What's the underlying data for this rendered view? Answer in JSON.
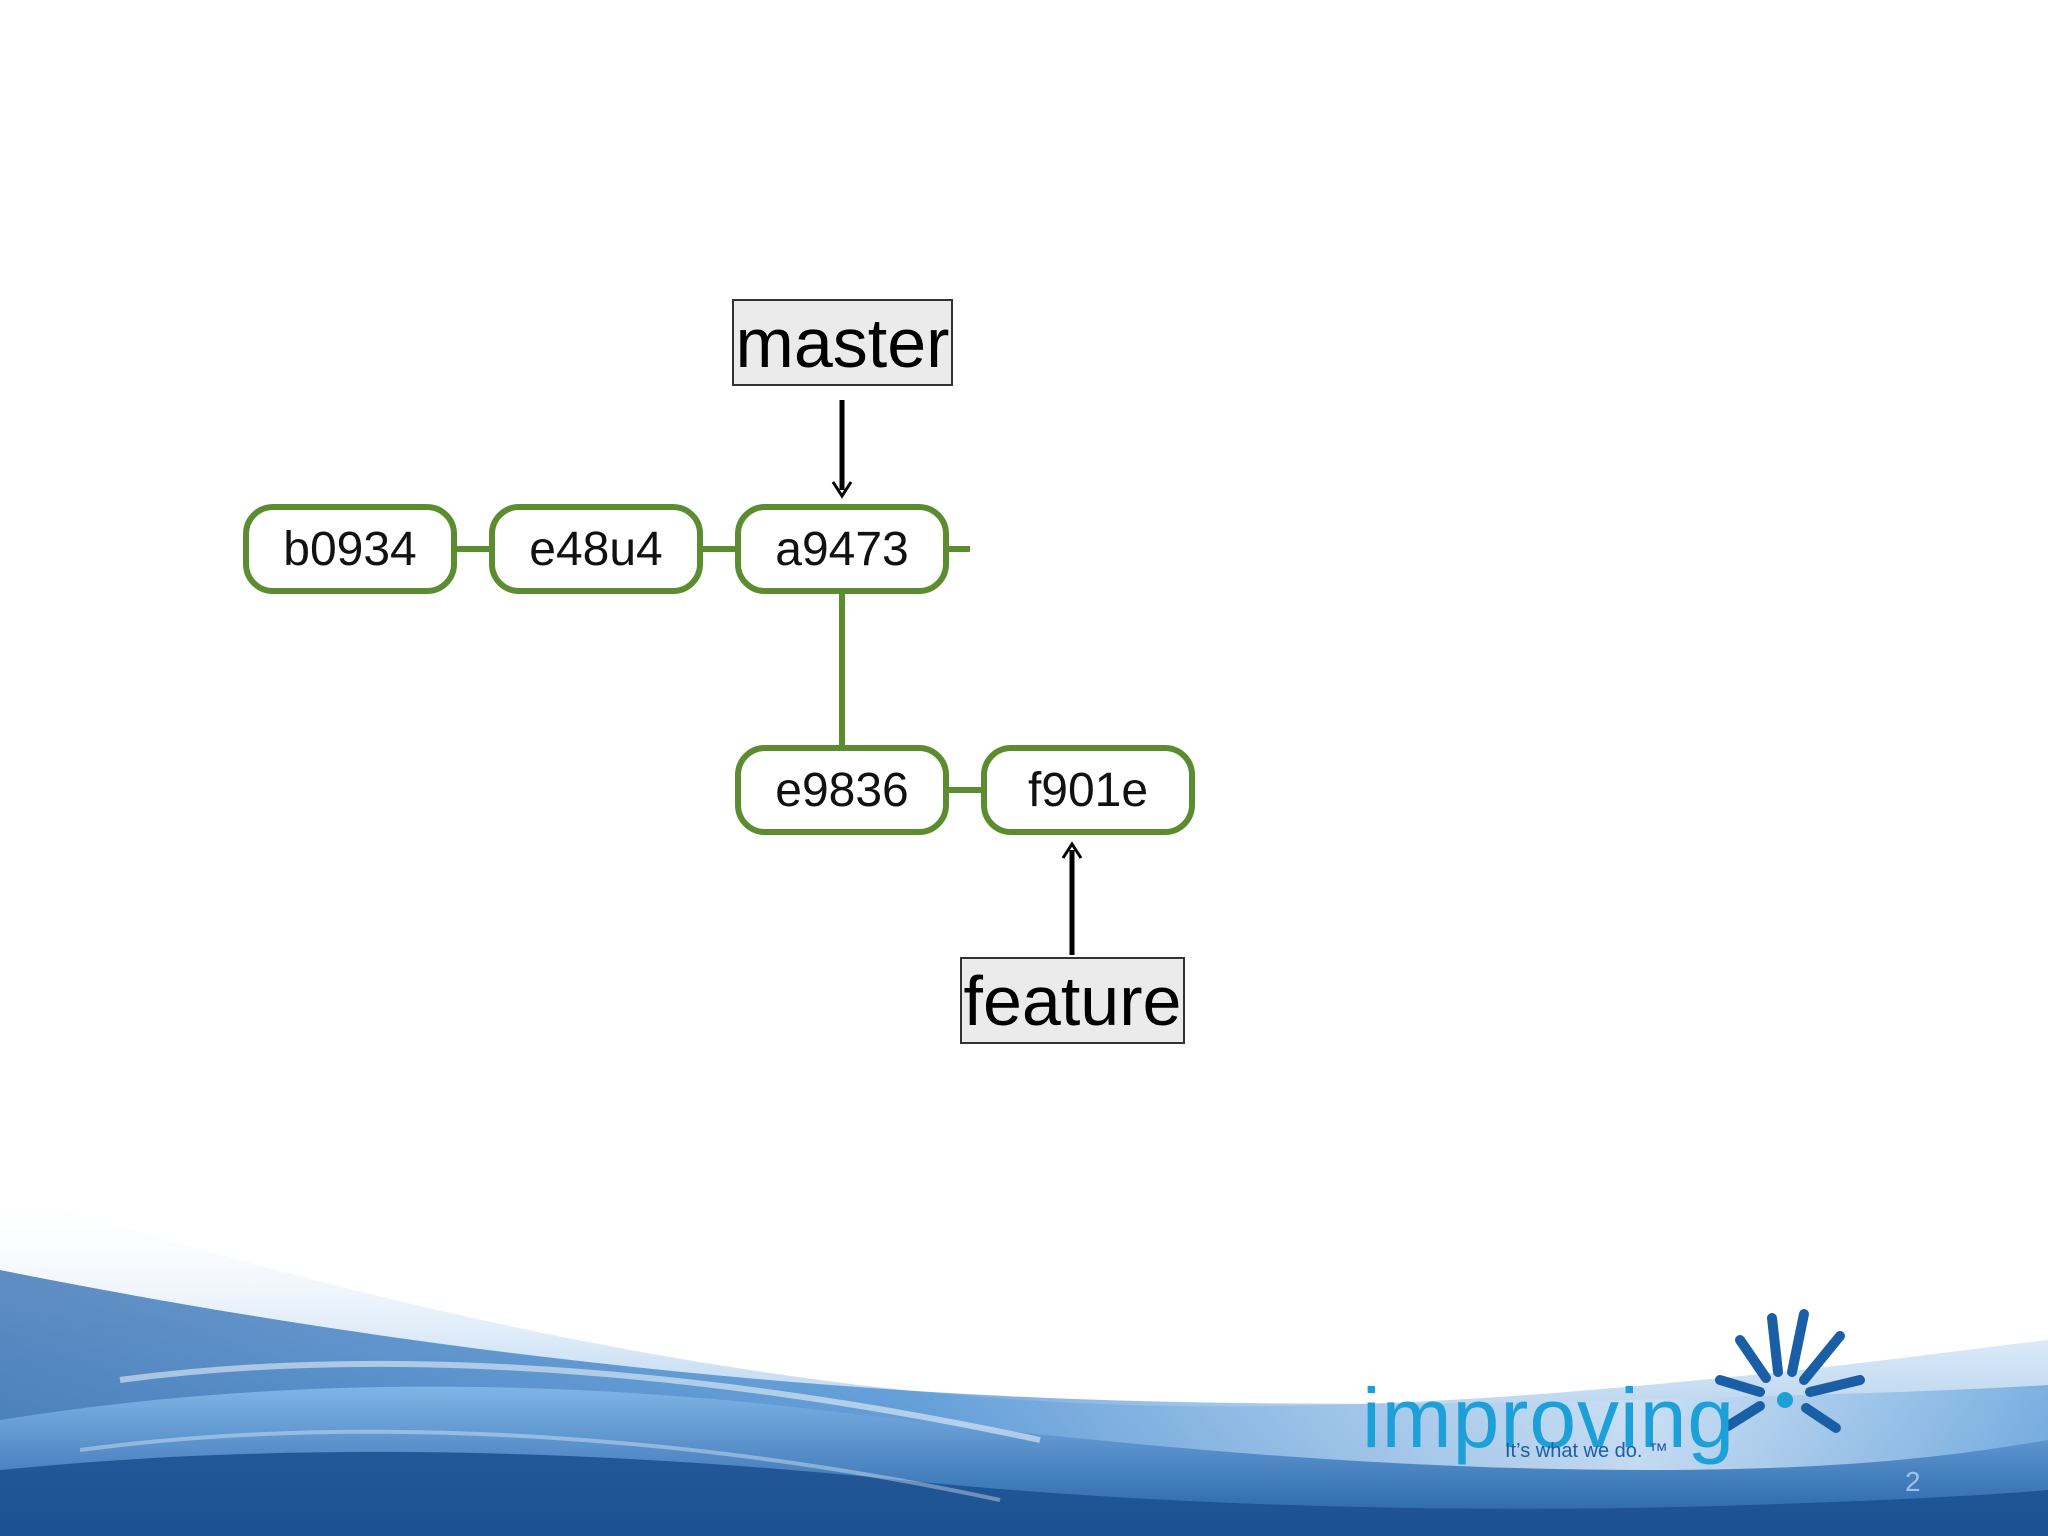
{
  "branches": {
    "master": "master",
    "feature": "feature"
  },
  "commits": {
    "b0934": "b0934",
    "e48u4": "e48u4",
    "a9473": "a9473",
    "e9836": "e9836",
    "f901e": "f901e"
  },
  "logo": {
    "wordmark": "improving",
    "tagline": "It’s what we do. ™"
  },
  "page_number": "2",
  "colors": {
    "commit_border": "#5b8d30",
    "logo_blue": "#1da0d8",
    "logo_dark_blue": "#1a5ea6"
  }
}
